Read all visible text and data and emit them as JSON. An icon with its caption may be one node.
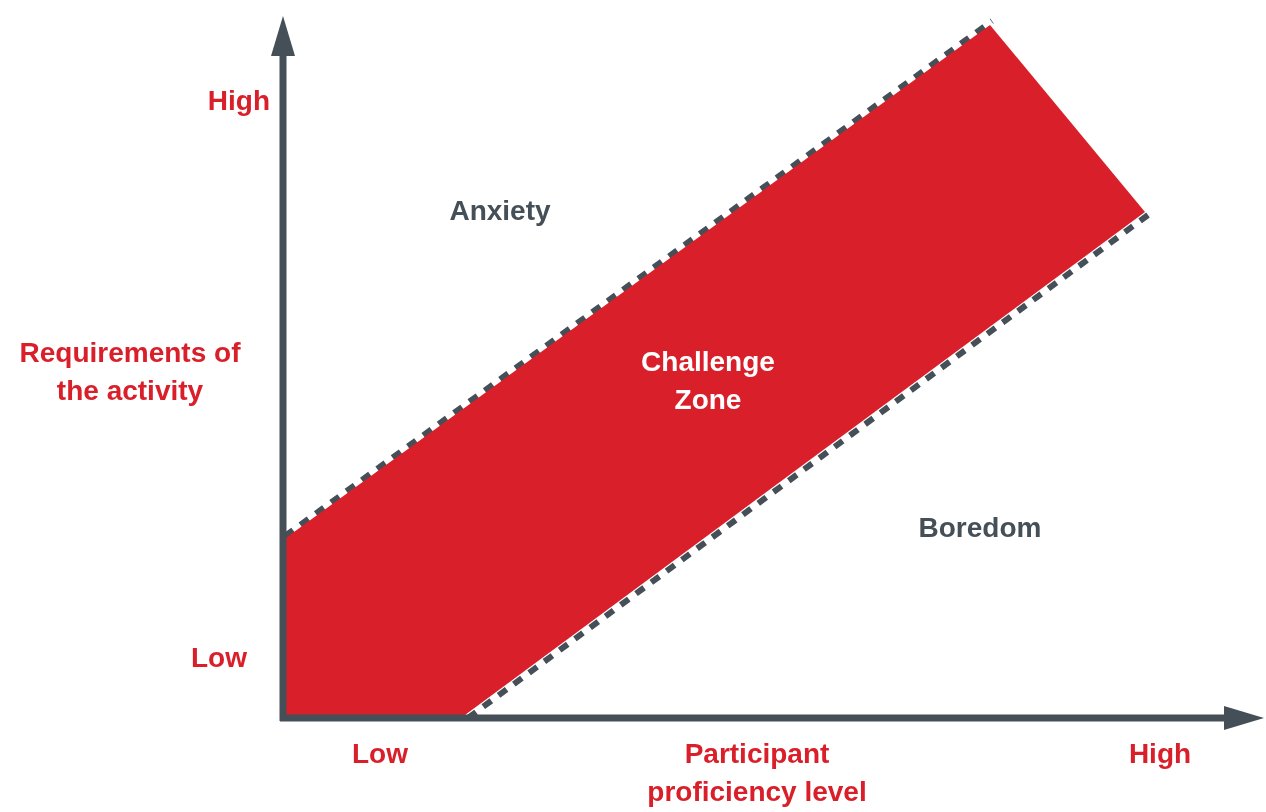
{
  "diagram": {
    "nodes": [
      {
        "text": [
          "Challenge Zone"
        ]
      }
    ],
    "labels": [
      "High",
      "Anxiety",
      "Requirements of the activity",
      "Boredom",
      "Low",
      "Low",
      "Participant proficiency level",
      "High"
    ]
  }
}
